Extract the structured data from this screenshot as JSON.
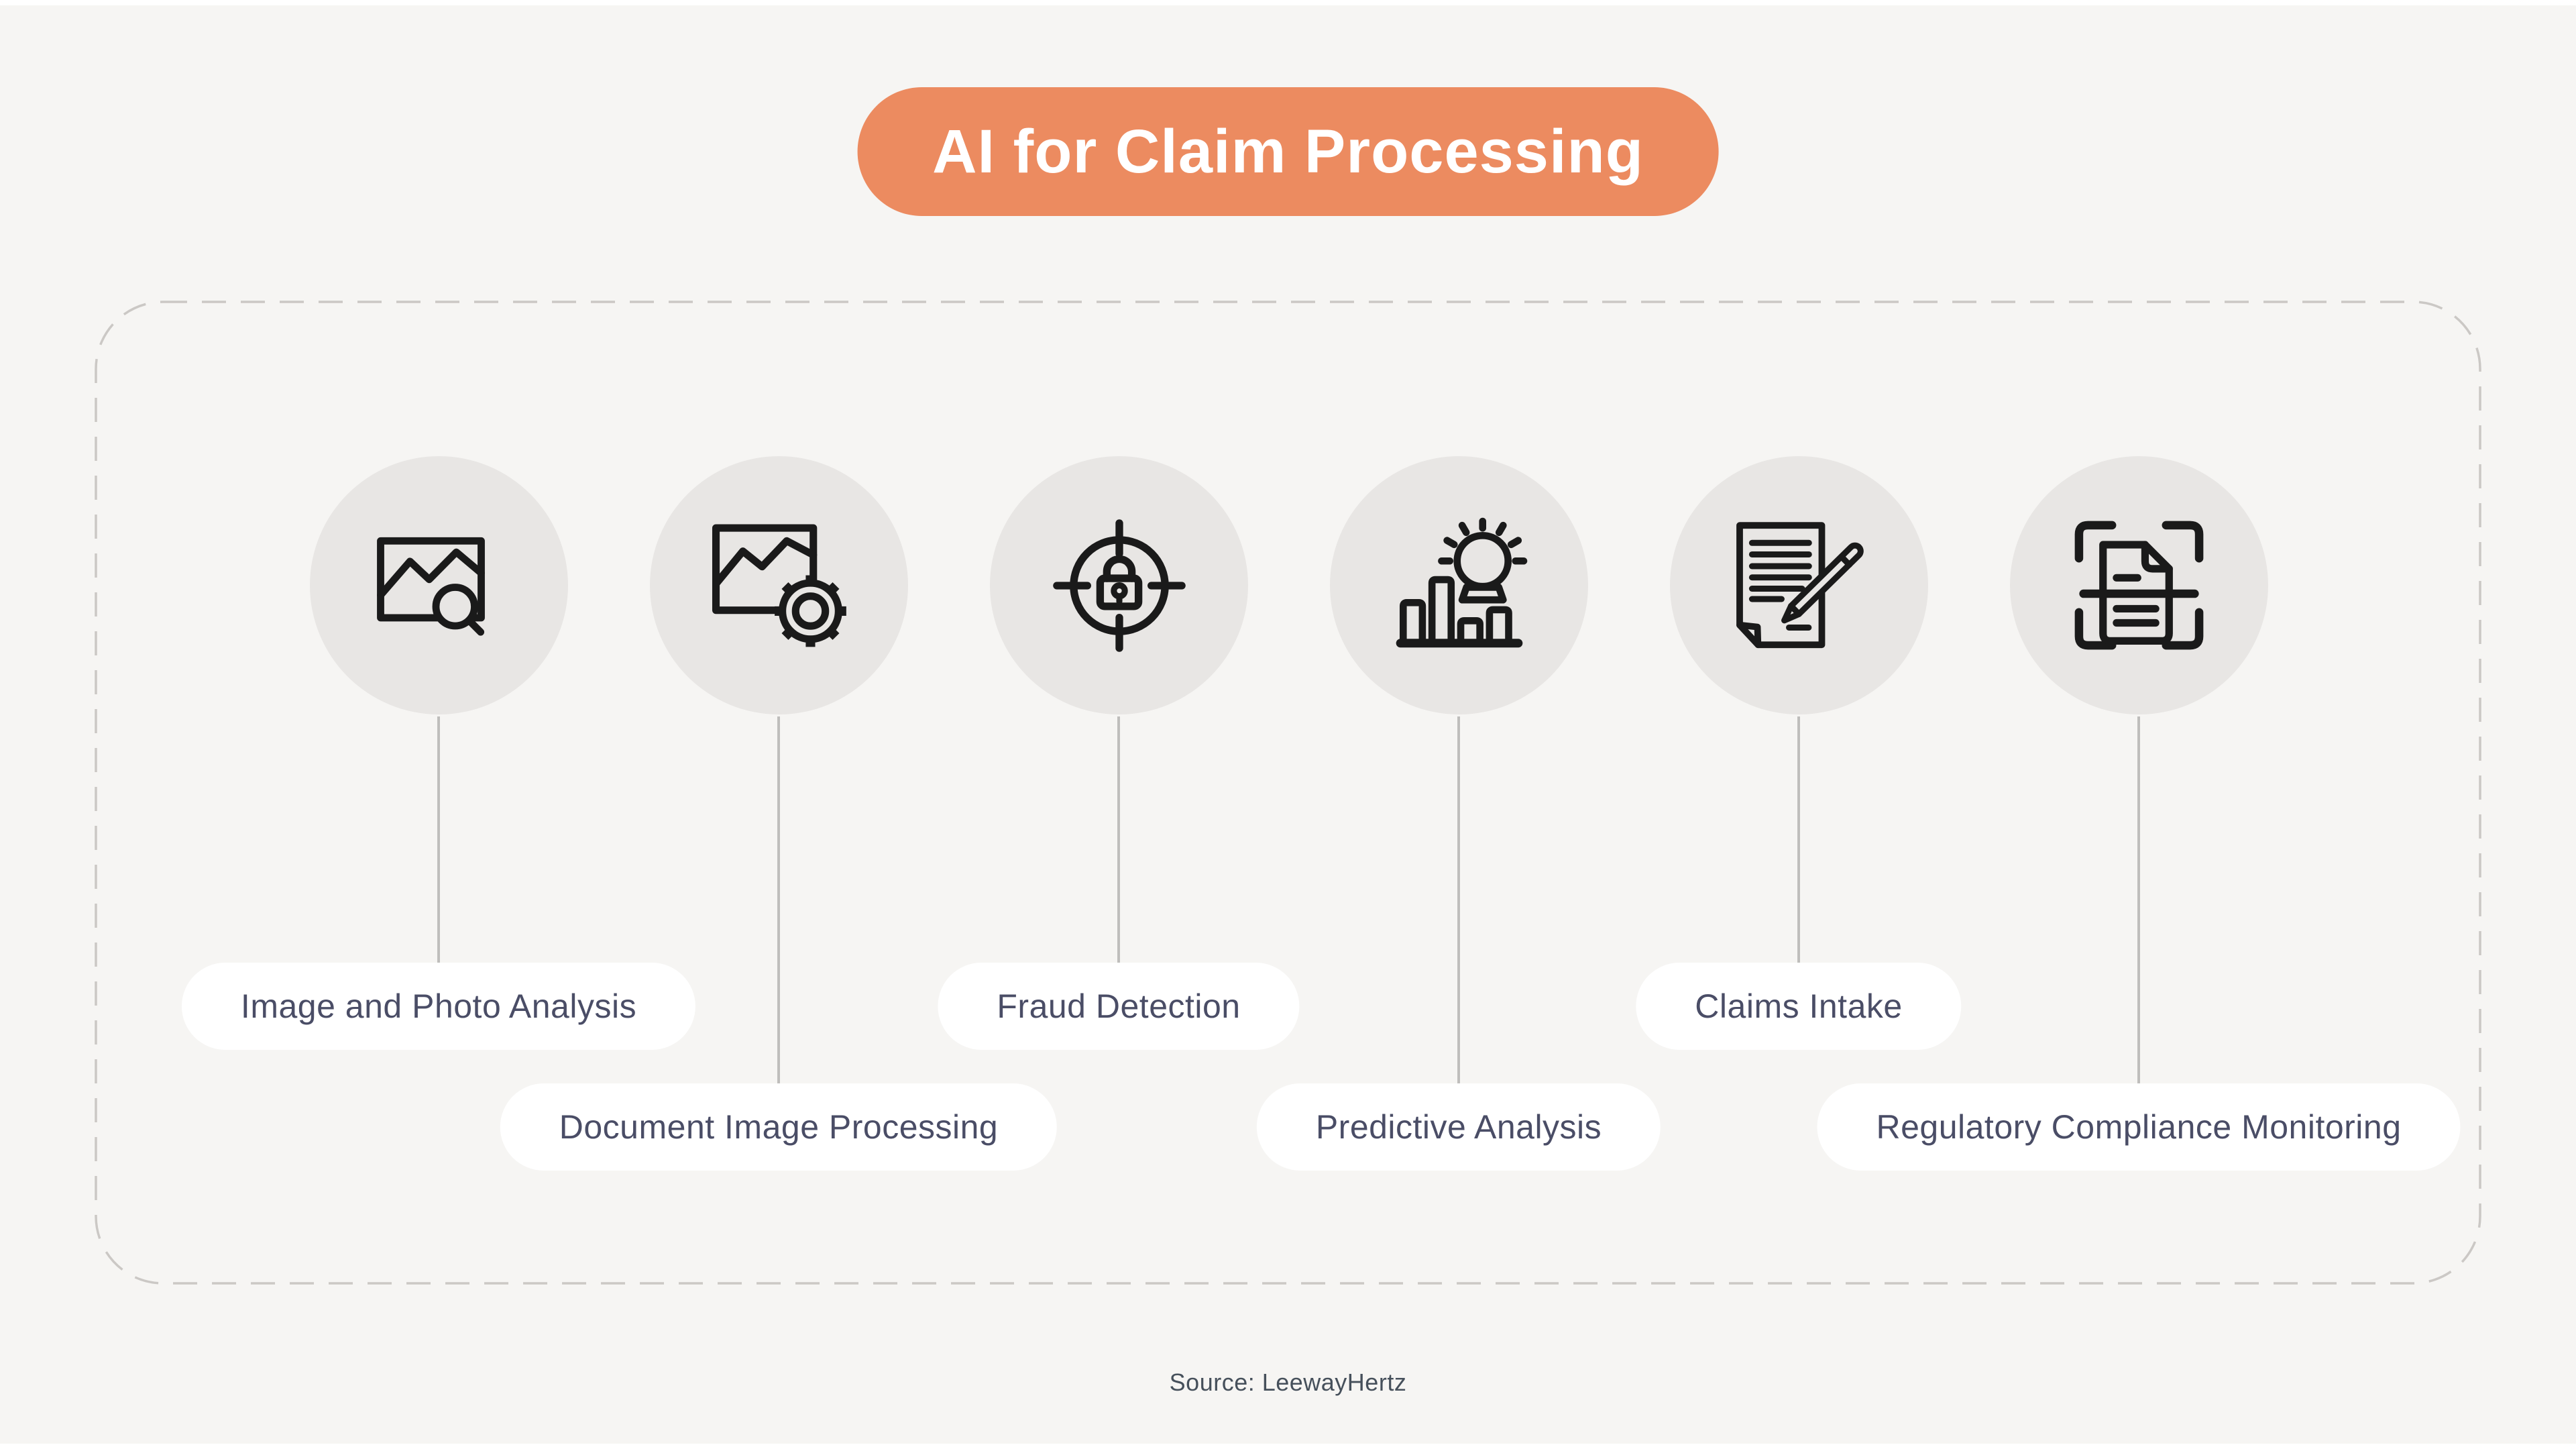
{
  "title": {
    "label": "AI for Claim Processing"
  },
  "items": [
    {
      "label": "Image and Photo Analysis",
      "icon": "image-search-icon",
      "row": "upper"
    },
    {
      "label": "Document Image Processing",
      "icon": "image-gear-icon",
      "row": "lower"
    },
    {
      "label": "Fraud Detection",
      "icon": "target-lock-icon",
      "row": "upper"
    },
    {
      "label": "Predictive Analysis",
      "icon": "forecast-chart-icon",
      "row": "lower"
    },
    {
      "label": "Claims Intake",
      "icon": "document-pen-icon",
      "row": "upper"
    },
    {
      "label": "Regulatory Compliance Monitoring",
      "icon": "document-scan-icon",
      "row": "lower"
    }
  ],
  "source": {
    "label": "Source: LeewayHertz"
  },
  "colors": {
    "background": "#F6F5F3",
    "accent_orange": "#EC8B60",
    "title_text": "#FFFFFF",
    "circle_bg": "#E8E6E4",
    "label_text": "#4A4D66",
    "source_text": "#46505B",
    "connector_line": "#BFBEBC",
    "dashed_border": "#CBC8C5",
    "icon_stroke": "#1A1A1A",
    "pill_bg": "#FFFFFF"
  }
}
